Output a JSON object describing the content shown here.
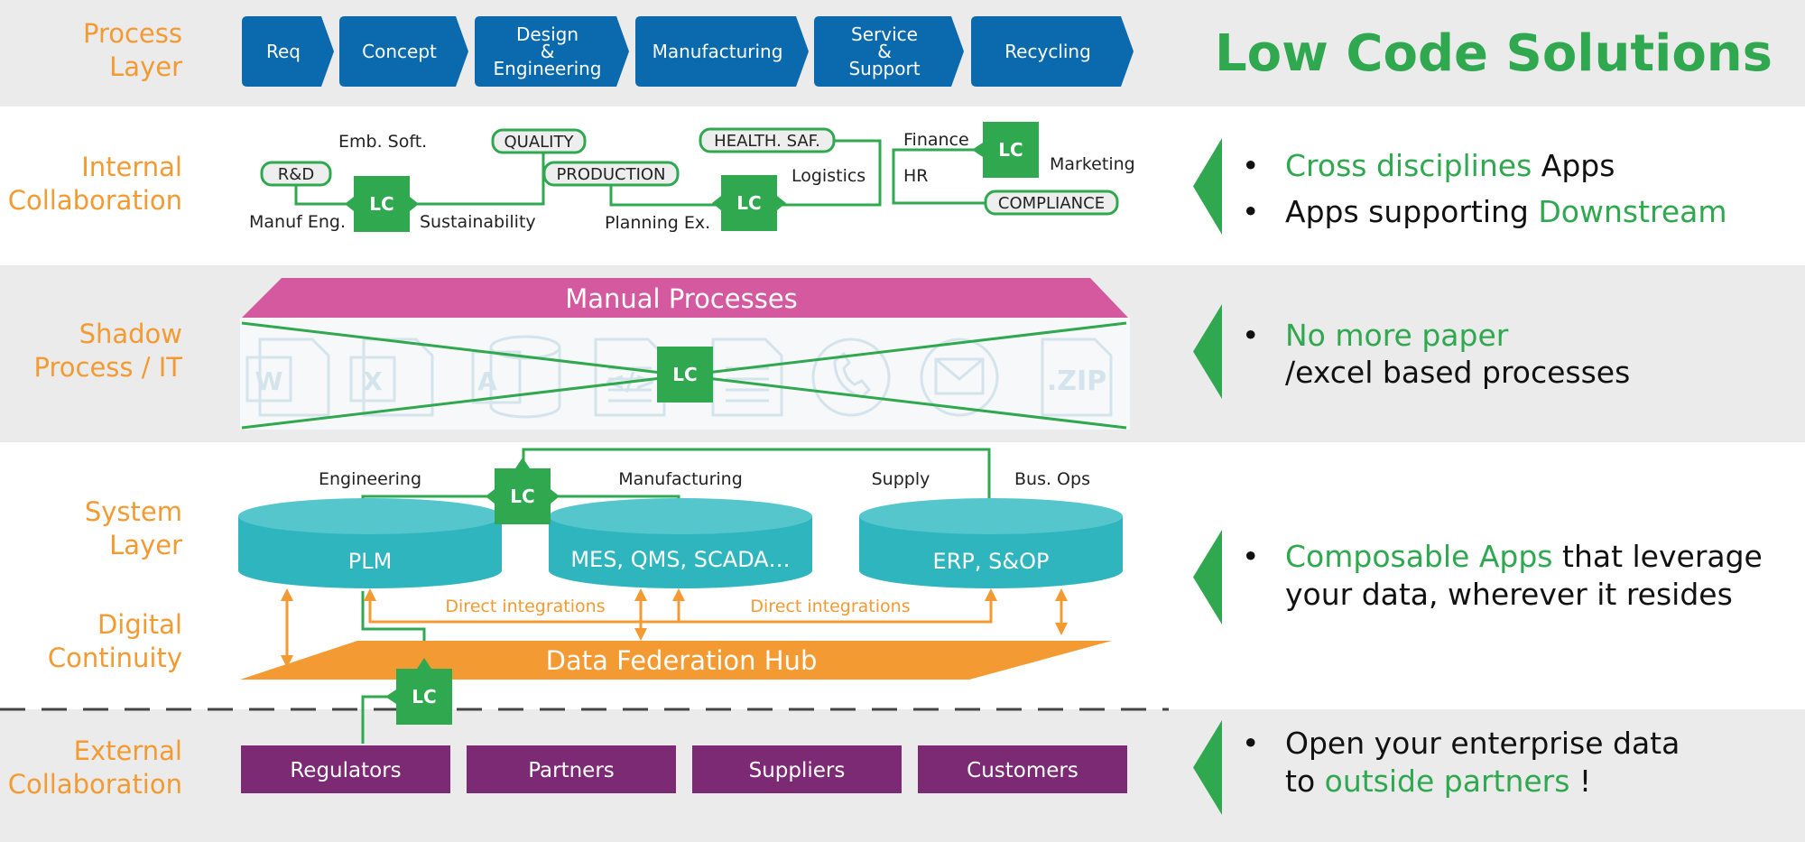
{
  "title": "Low Code Solutions",
  "lc_label": "LC",
  "layers": {
    "process": [
      "Process",
      "Layer"
    ],
    "internal": [
      "Internal",
      "Collaboration"
    ],
    "shadow": [
      "Shadow",
      "Process / IT"
    ],
    "system": [
      "System",
      "Layer"
    ],
    "digital": [
      "Digital",
      "Continuity"
    ],
    "external": [
      "External",
      "Collaboration"
    ]
  },
  "process_steps": [
    {
      "lines": [
        "Req"
      ]
    },
    {
      "lines": [
        "Concept"
      ]
    },
    {
      "lines": [
        "Design",
        "&",
        "Engineering"
      ]
    },
    {
      "lines": [
        "Manufacturing"
      ]
    },
    {
      "lines": [
        "Service",
        "&",
        "Support"
      ]
    },
    {
      "lines": [
        "Recycling"
      ]
    }
  ],
  "internal": {
    "tags": {
      "rd": "R&D",
      "quality": "QUALITY",
      "production": "PRODUCTION",
      "health": "HEALTH. SAF.",
      "compliance": "COMPLIANCE"
    },
    "labels": {
      "emb_soft": "Emb. Soft.",
      "manuf_eng": "Manuf Eng.",
      "sustainability": "Sustainability",
      "planning": "Planning Ex.",
      "logistics": "Logistics",
      "finance": "Finance",
      "hr": "HR",
      "marketing": "Marketing"
    }
  },
  "shadow": {
    "title": "Manual Processes",
    "icons": [
      "W",
      "X",
      "A",
      "</>",
      "",
      "",
      "",
      ".ZIP"
    ]
  },
  "system": {
    "categories": {
      "engineering": "Engineering",
      "manufacturing": "Manufacturing",
      "supply": "Supply",
      "busops": "Bus. Ops"
    },
    "databases": {
      "plm": "PLM",
      "mes": "MES, QMS, SCADA…",
      "erp": "ERP, S&OP"
    },
    "direct_integrations": "Direct integrations",
    "hub": "Data Federation Hub"
  },
  "external": {
    "boxes": [
      "Regulators",
      "Partners",
      "Suppliers",
      "Customers"
    ]
  },
  "bullets": {
    "internal": [
      {
        "green": "Cross disciplines",
        "rest": " Apps"
      },
      {
        "pre": "Apps supporting ",
        "green": "Downstream"
      }
    ],
    "shadow": {
      "green": "No more paper",
      "line2": "/excel based processes"
    },
    "system": {
      "green": "Composable Apps",
      "rest": " that leverage",
      "line2": "your data, wherever it resides"
    },
    "external": {
      "line1": "Open your enterprise data",
      "pre2": "to ",
      "green2": "outside partners",
      "post2": " !"
    }
  },
  "colors": {
    "process_blue": "#0b6aae",
    "lc_green": "#2fa84f",
    "layer_orange": "#f39a32",
    "band_gray": "#ebebeb",
    "manual_pink": "#d4599f",
    "db_teal": "#2fb5bd",
    "external_purple": "#7d2a74"
  }
}
